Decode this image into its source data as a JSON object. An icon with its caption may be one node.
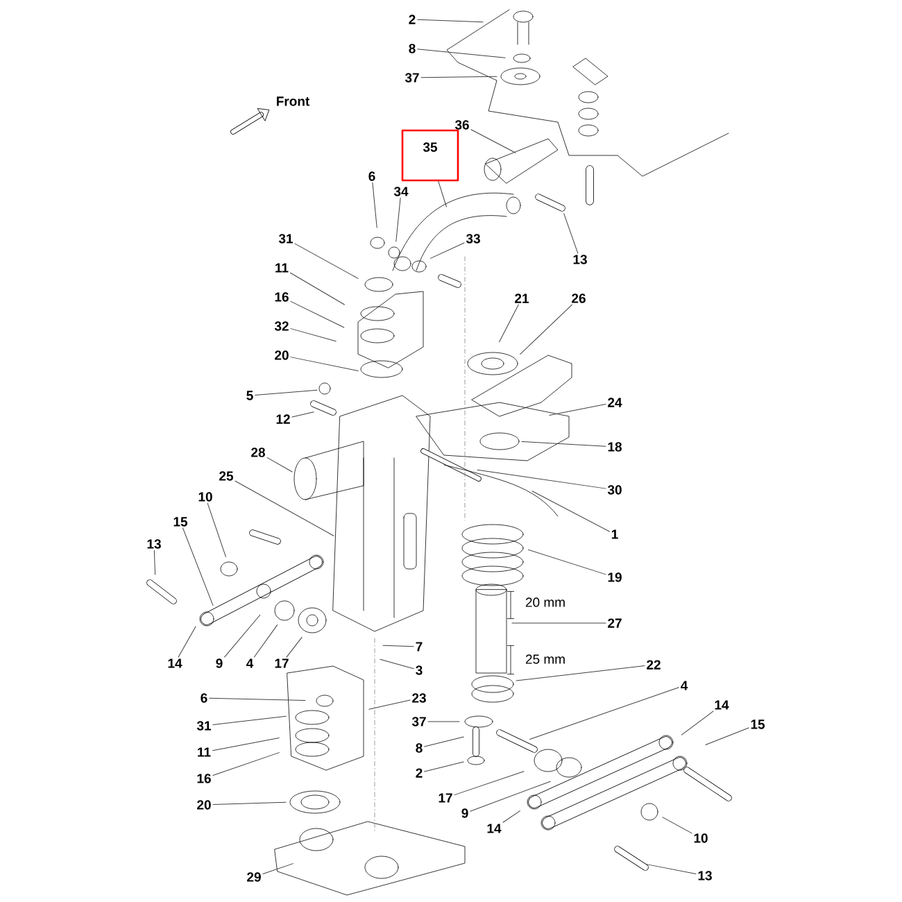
{
  "diagram": {
    "nodes": [
      {
        "text": [
          "2"
        ]
      },
      {
        "text": [
          "8"
        ]
      },
      {
        "text": [
          "37"
        ]
      },
      {
        "text": [
          "36"
        ]
      },
      {
        "text": [
          "35"
        ]
      },
      {
        "text": [
          "6"
        ]
      },
      {
        "text": [
          "34"
        ]
      },
      {
        "text": [
          "33"
        ]
      },
      {
        "text": [
          "13"
        ]
      },
      {
        "text": [
          "31"
        ]
      },
      {
        "text": [
          "11"
        ]
      },
      {
        "text": [
          "16"
        ]
      },
      {
        "text": [
          "32"
        ]
      },
      {
        "text": [
          "20"
        ]
      },
      {
        "text": [
          "21"
        ]
      },
      {
        "text": [
          "26"
        ]
      },
      {
        "text": [
          "5"
        ]
      },
      {
        "text": [
          "12"
        ]
      },
      {
        "text": [
          "24"
        ]
      },
      {
        "text": [
          "28"
        ]
      },
      {
        "text": [
          "18"
        ]
      },
      {
        "text": [
          "25"
        ]
      },
      {
        "text": [
          "30"
        ]
      },
      {
        "text": [
          "10"
        ]
      },
      {
        "text": [
          "15"
        ]
      },
      {
        "text": [
          "1"
        ]
      },
      {
        "text": [
          "13"
        ]
      },
      {
        "text": [
          "19"
        ]
      },
      {
        "text": [
          "27"
        ]
      },
      {
        "text": [
          "7"
        ]
      },
      {
        "text": [
          "14"
        ]
      },
      {
        "text": [
          "9"
        ]
      },
      {
        "text": [
          "4"
        ]
      },
      {
        "text": [
          "17"
        ]
      },
      {
        "text": [
          "22"
        ]
      },
      {
        "text": [
          "3"
        ]
      },
      {
        "text": [
          "4"
        ]
      },
      {
        "text": [
          "6"
        ]
      },
      {
        "text": [
          "23"
        ]
      },
      {
        "text": [
          "14"
        ]
      },
      {
        "text": [
          "37"
        ]
      },
      {
        "text": [
          "15"
        ]
      },
      {
        "text": [
          "31"
        ]
      },
      {
        "text": [
          "8"
        ]
      },
      {
        "text": [
          "11"
        ]
      },
      {
        "text": [
          "2"
        ]
      },
      {
        "text": [
          "16"
        ]
      },
      {
        "text": [
          "17"
        ]
      },
      {
        "text": [
          "20"
        ]
      },
      {
        "text": [
          "9"
        ]
      },
      {
        "text": [
          "14"
        ]
      },
      {
        "text": [
          "10"
        ]
      },
      {
        "text": [
          "29"
        ]
      },
      {
        "text": [
          "13"
        ]
      }
    ],
    "edges": [
      {
        "from": 0,
        "to": null,
        "arrow": "none"
      },
      {
        "from": 1,
        "to": null,
        "arrow": "none"
      },
      {
        "from": 2,
        "to": null,
        "arrow": "none"
      },
      {
        "from": 3,
        "to": null,
        "arrow": "none"
      },
      {
        "from": 4,
        "to": null,
        "arrow": "none"
      },
      {
        "from": 5,
        "to": null,
        "arrow": "none"
      },
      {
        "from": 6,
        "to": null,
        "arrow": "none"
      },
      {
        "from": 7,
        "to": null,
        "arrow": "none"
      },
      {
        "from": 8,
        "to": null,
        "arrow": "none"
      },
      {
        "from": 9,
        "to": null,
        "arrow": "none"
      },
      {
        "from": 10,
        "to": null,
        "arrow": "none"
      },
      {
        "from": 11,
        "to": null,
        "arrow": "none"
      },
      {
        "from": 12,
        "to": null,
        "arrow": "none"
      },
      {
        "from": 13,
        "to": null,
        "arrow": "none"
      },
      {
        "from": 14,
        "to": null,
        "arrow": "none"
      },
      {
        "from": 15,
        "to": null,
        "arrow": "none"
      },
      {
        "from": 16,
        "to": null,
        "arrow": "none"
      },
      {
        "from": 17,
        "to": null,
        "arrow": "none"
      },
      {
        "from": 18,
        "to": null,
        "arrow": "none"
      },
      {
        "from": 19,
        "to": null,
        "arrow": "none"
      },
      {
        "from": 20,
        "to": null,
        "arrow": "none"
      },
      {
        "from": 21,
        "to": null,
        "arrow": "none"
      },
      {
        "from": 22,
        "to": null,
        "arrow": "none"
      },
      {
        "from": 23,
        "to": null,
        "arrow": "none"
      },
      {
        "from": 24,
        "to": null,
        "arrow": "none"
      },
      {
        "from": 25,
        "to": null,
        "arrow": "none"
      },
      {
        "from": 26,
        "to": null,
        "arrow": "none"
      },
      {
        "from": 27,
        "to": null,
        "arrow": "none"
      },
      {
        "from": 28,
        "to": null,
        "arrow": "none"
      },
      {
        "from": 29,
        "to": null,
        "arrow": "none"
      },
      {
        "from": 30,
        "to": null,
        "arrow": "none"
      },
      {
        "from": 31,
        "to": null,
        "arrow": "none"
      },
      {
        "from": 32,
        "to": null,
        "arrow": "none"
      },
      {
        "from": 33,
        "to": null,
        "arrow": "none"
      },
      {
        "from": 34,
        "to": null,
        "arrow": "none"
      },
      {
        "from": 35,
        "to": null,
        "arrow": "none"
      },
      {
        "from": 36,
        "to": null,
        "arrow": "none"
      },
      {
        "from": 37,
        "to": null,
        "arrow": "none"
      },
      {
        "from": 38,
        "to": null,
        "arrow": "none"
      },
      {
        "from": 39,
        "to": null,
        "arrow": "none"
      },
      {
        "from": 40,
        "to": null,
        "arrow": "none"
      },
      {
        "from": 41,
        "to": null,
        "arrow": "none"
      },
      {
        "from": 42,
        "to": null,
        "arrow": "none"
      },
      {
        "from": 43,
        "to": null,
        "arrow": "none"
      },
      {
        "from": 44,
        "to": null,
        "arrow": "none"
      },
      {
        "from": 45,
        "to": null,
        "arrow": "none"
      },
      {
        "from": 46,
        "to": null,
        "arrow": "none"
      },
      {
        "from": 47,
        "to": null,
        "arrow": "none"
      },
      {
        "from": 48,
        "to": null,
        "arrow": "none"
      },
      {
        "from": 49,
        "to": null,
        "arrow": "none"
      },
      {
        "from": 50,
        "to": null,
        "arrow": "none"
      },
      {
        "from": 51,
        "to": null,
        "arrow": "none"
      },
      {
        "from": 52,
        "to": null,
        "arrow": "none"
      },
      {
        "from": 53,
        "to": null,
        "arrow": "none"
      }
    ],
    "labels": [
      "Front",
      "20 mm",
      "25 mm"
    ]
  }
}
